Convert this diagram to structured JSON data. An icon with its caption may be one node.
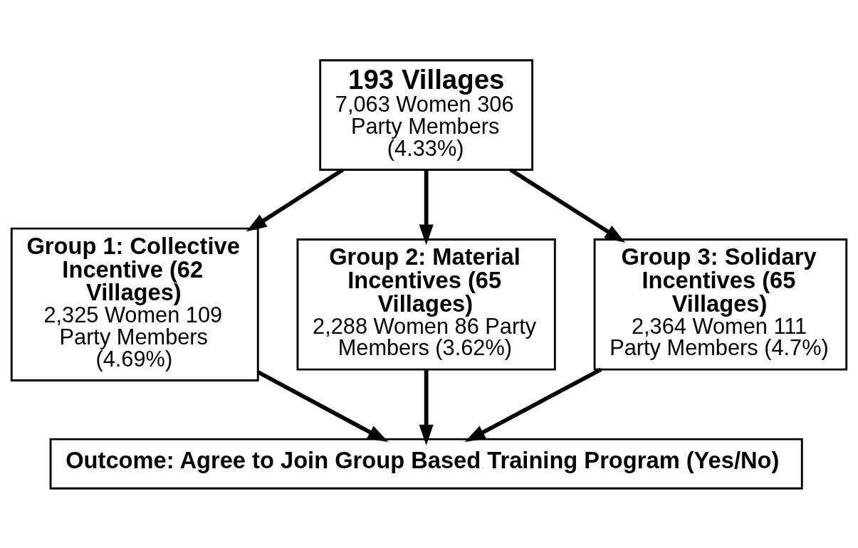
{
  "diagram": {
    "nodes": [
      {
        "text": [
          "193 Villages",
          "7,063 Women 306 Party Members (4.33%)"
        ]
      },
      {
        "text": [
          "Group 1: Collective Incentive (62 Villages)",
          "2,325 Women 109 Party Members (4.69%)"
        ]
      },
      {
        "text": [
          "Group 2: Material Incentives (65 Villages)",
          "2,288 Women 86 Party Members (3.62%)"
        ]
      },
      {
        "text": [
          "Group 3: Solidary Incentives (65 Villages)",
          "2,364 Women 111 Party Members (4.7%)"
        ]
      },
      {
        "text": [
          "Outcome: Agree to Join Group Based Training Program (Yes/No)"
        ]
      }
    ],
    "edges": [
      {
        "from": 0,
        "to": 1,
        "arrow": "to"
      },
      {
        "from": 0,
        "to": 2,
        "arrow": "to"
      },
      {
        "from": 0,
        "to": 3,
        "arrow": "to"
      },
      {
        "from": 1,
        "to": 4,
        "arrow": "to"
      },
      {
        "from": 2,
        "to": 4,
        "arrow": "to"
      },
      {
        "from": 3,
        "to": 4,
        "arrow": "to"
      }
    ]
  }
}
